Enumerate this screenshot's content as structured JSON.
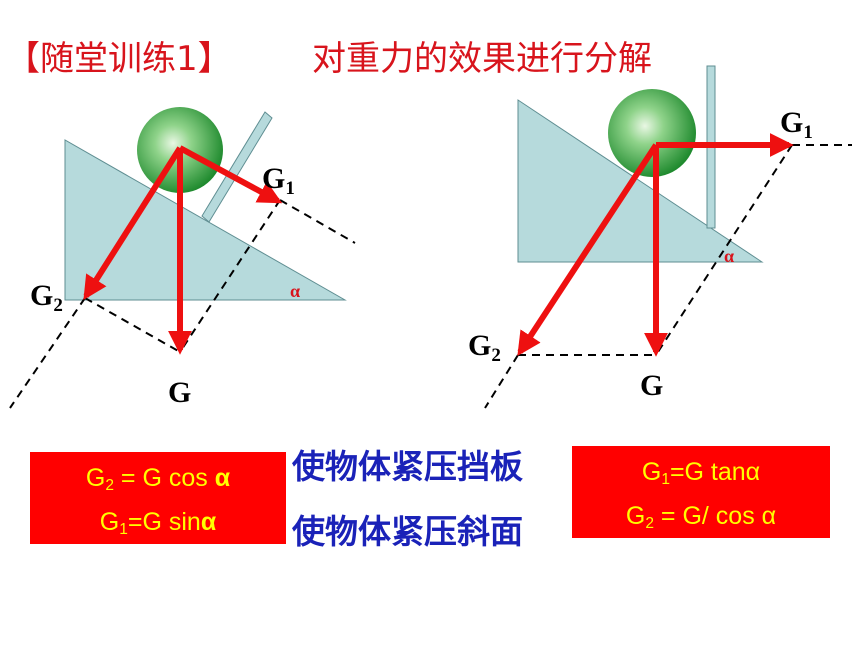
{
  "title_left": "【随堂训练1】",
  "title_right": "对重力的效果进行分解",
  "labels": {
    "g": "G",
    "g1": "G",
    "g1_sub": "1",
    "g2": "G",
    "g2_sub": "2",
    "alpha": "α"
  },
  "middle_text": [
    "使物体紧压挡板",
    "使物体紧压斜面"
  ],
  "left_formulas": [
    {
      "lhs": "G",
      "sub": "2",
      "rhs": " = G cos ",
      "sym": "α"
    },
    {
      "lhs": "G",
      "sub": "1",
      "rhs": "=G sin",
      "sym": "α"
    }
  ],
  "right_formulas": [
    {
      "lhs": "G",
      "sub": "1",
      "rhs": "=G tanα",
      "sym": ""
    },
    {
      "lhs": "G",
      "sub": "2",
      "rhs": " = G/ cos ",
      "sym": "α"
    }
  ],
  "colors": {
    "title": "#d8141c",
    "arrow": "#ee1010",
    "incline": "#b6dadc",
    "box_bg": "#ff0000",
    "box_text": "#ffff00",
    "middle_text": "#1a22b8"
  }
}
